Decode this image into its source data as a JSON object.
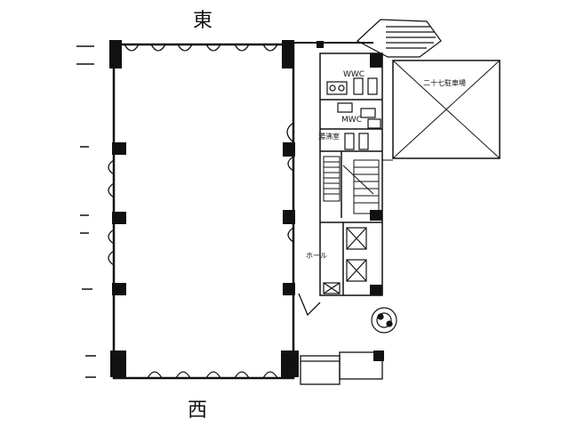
{
  "floorplan": {
    "compass": {
      "north_label": "東",
      "south_label": "西"
    },
    "rooms": {
      "wwc_label": "WWC",
      "mwc_label": "MWC",
      "kitchen_label": "湯沸室",
      "hall_label": "ホール",
      "parking_label": "二十七駐車場"
    }
  }
}
